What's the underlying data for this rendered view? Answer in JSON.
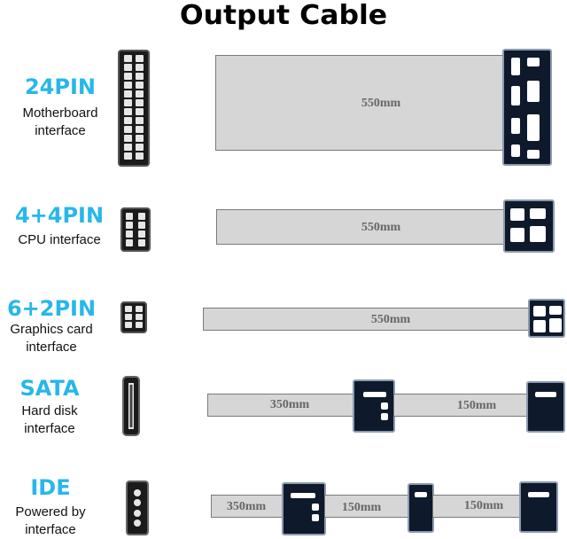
{
  "title": "Output Cable",
  "rows": [
    {
      "pin": "24PIN",
      "desc": "Motherboard\ninterface",
      "icon": "connector-24pin-icon",
      "lengths": [
        "550mm"
      ]
    },
    {
      "pin": "4+4PIN",
      "desc": "CPU interface",
      "icon": "connector-8pin-icon",
      "lengths": [
        "550mm"
      ]
    },
    {
      "pin": "6+2PIN",
      "desc": "Graphics card\ninterface",
      "icon": "connector-8pin-icon",
      "lengths": [
        "550mm"
      ]
    },
    {
      "pin": "SATA",
      "desc": "Hard disk\ninterface",
      "icon": "connector-sata-icon",
      "lengths": [
        "350mm",
        "150mm"
      ]
    },
    {
      "pin": "IDE",
      "desc": "Powered by\ninterface",
      "icon": "connector-ide-icon",
      "lengths": [
        "350mm",
        "150mm",
        "150mm"
      ]
    }
  ],
  "colors": {
    "accent": "#27b7ea",
    "cable": "#d6d6d6",
    "connector": "#0e1a2c"
  }
}
